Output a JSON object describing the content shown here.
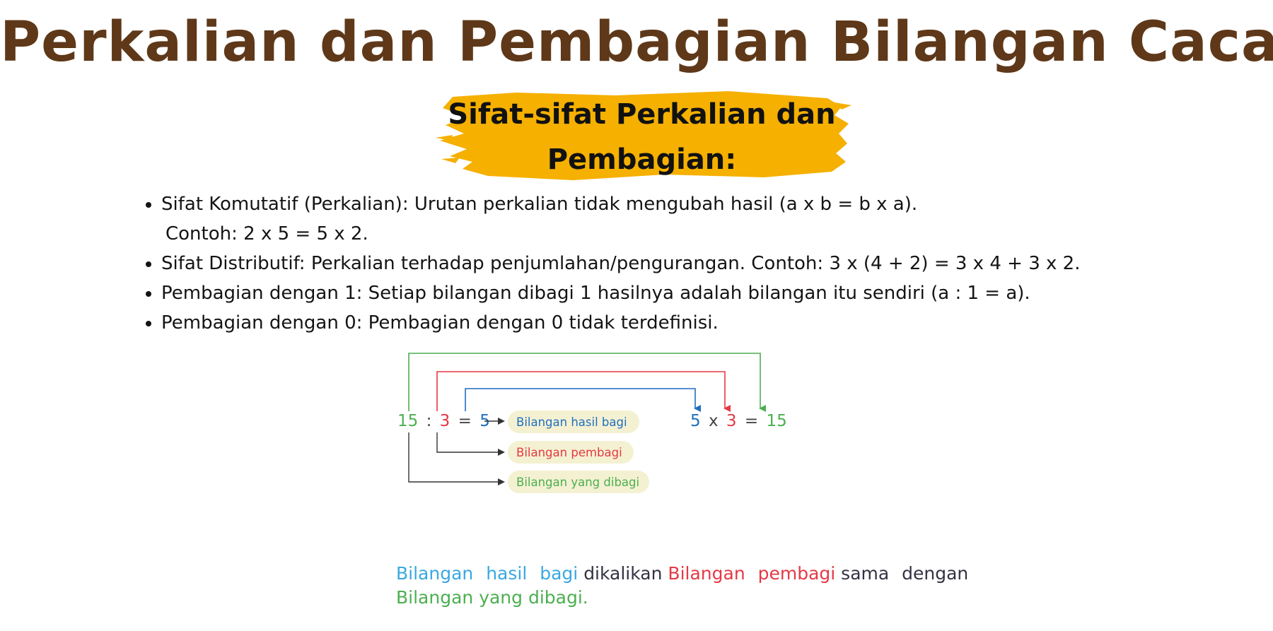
{
  "title": "Perkalian dan Pembagian Bilangan Cacah",
  "subtitle": {
    "line1": "Sifat-sifat Perkalian dan",
    "line2": "Pembagian:"
  },
  "bullets": [
    {
      "text": "Sifat Komutatif (Perkalian): Urutan perkalian tidak mengubah hasil (a x b = b x a).",
      "continuation": "Contoh: 2 x 5 = 5 x 2."
    },
    {
      "text": "Sifat Distributif: Perkalian terhadap penjumlahan/pengurangan. Contoh: 3 x (4 + 2) = 3 x 4 + 3 x 2."
    },
    {
      "text": "Pembagian dengan 1: Setiap bilangan dibagi 1 hasilnya adalah bilangan itu sendiri (a : 1 = a)."
    },
    {
      "text": "Pembagian dengan 0: Pembagian dengan 0 tidak terdefinisi."
    }
  ],
  "diagram": {
    "division": {
      "dividend": "15",
      "op": ":",
      "divisor": "3",
      "eq": "=",
      "quotient": "5"
    },
    "multiplication": {
      "quotient": "5",
      "op": "x",
      "divisor": "3",
      "eq": "=",
      "dividend": "15"
    },
    "labels": {
      "quotient": "Bilangan hasil bagi",
      "divisor": "Bilangan pembagi",
      "dividend": "Bilangan yang dibagi"
    }
  },
  "caption": {
    "part1": "Bilangan hasil bagi",
    "part2": "dikalikan",
    "part3": "Bilangan pembagi",
    "part4": "sama dengan",
    "part5": "Bilangan yang dibagi."
  },
  "colors": {
    "title": "#5e3818",
    "highlight": "#f5b000",
    "green": "#4caf50",
    "red": "#e53945",
    "blue": "#1f6fbf",
    "caption_blue": "#3aa8e0",
    "label_bg": "#f4f1d2"
  }
}
